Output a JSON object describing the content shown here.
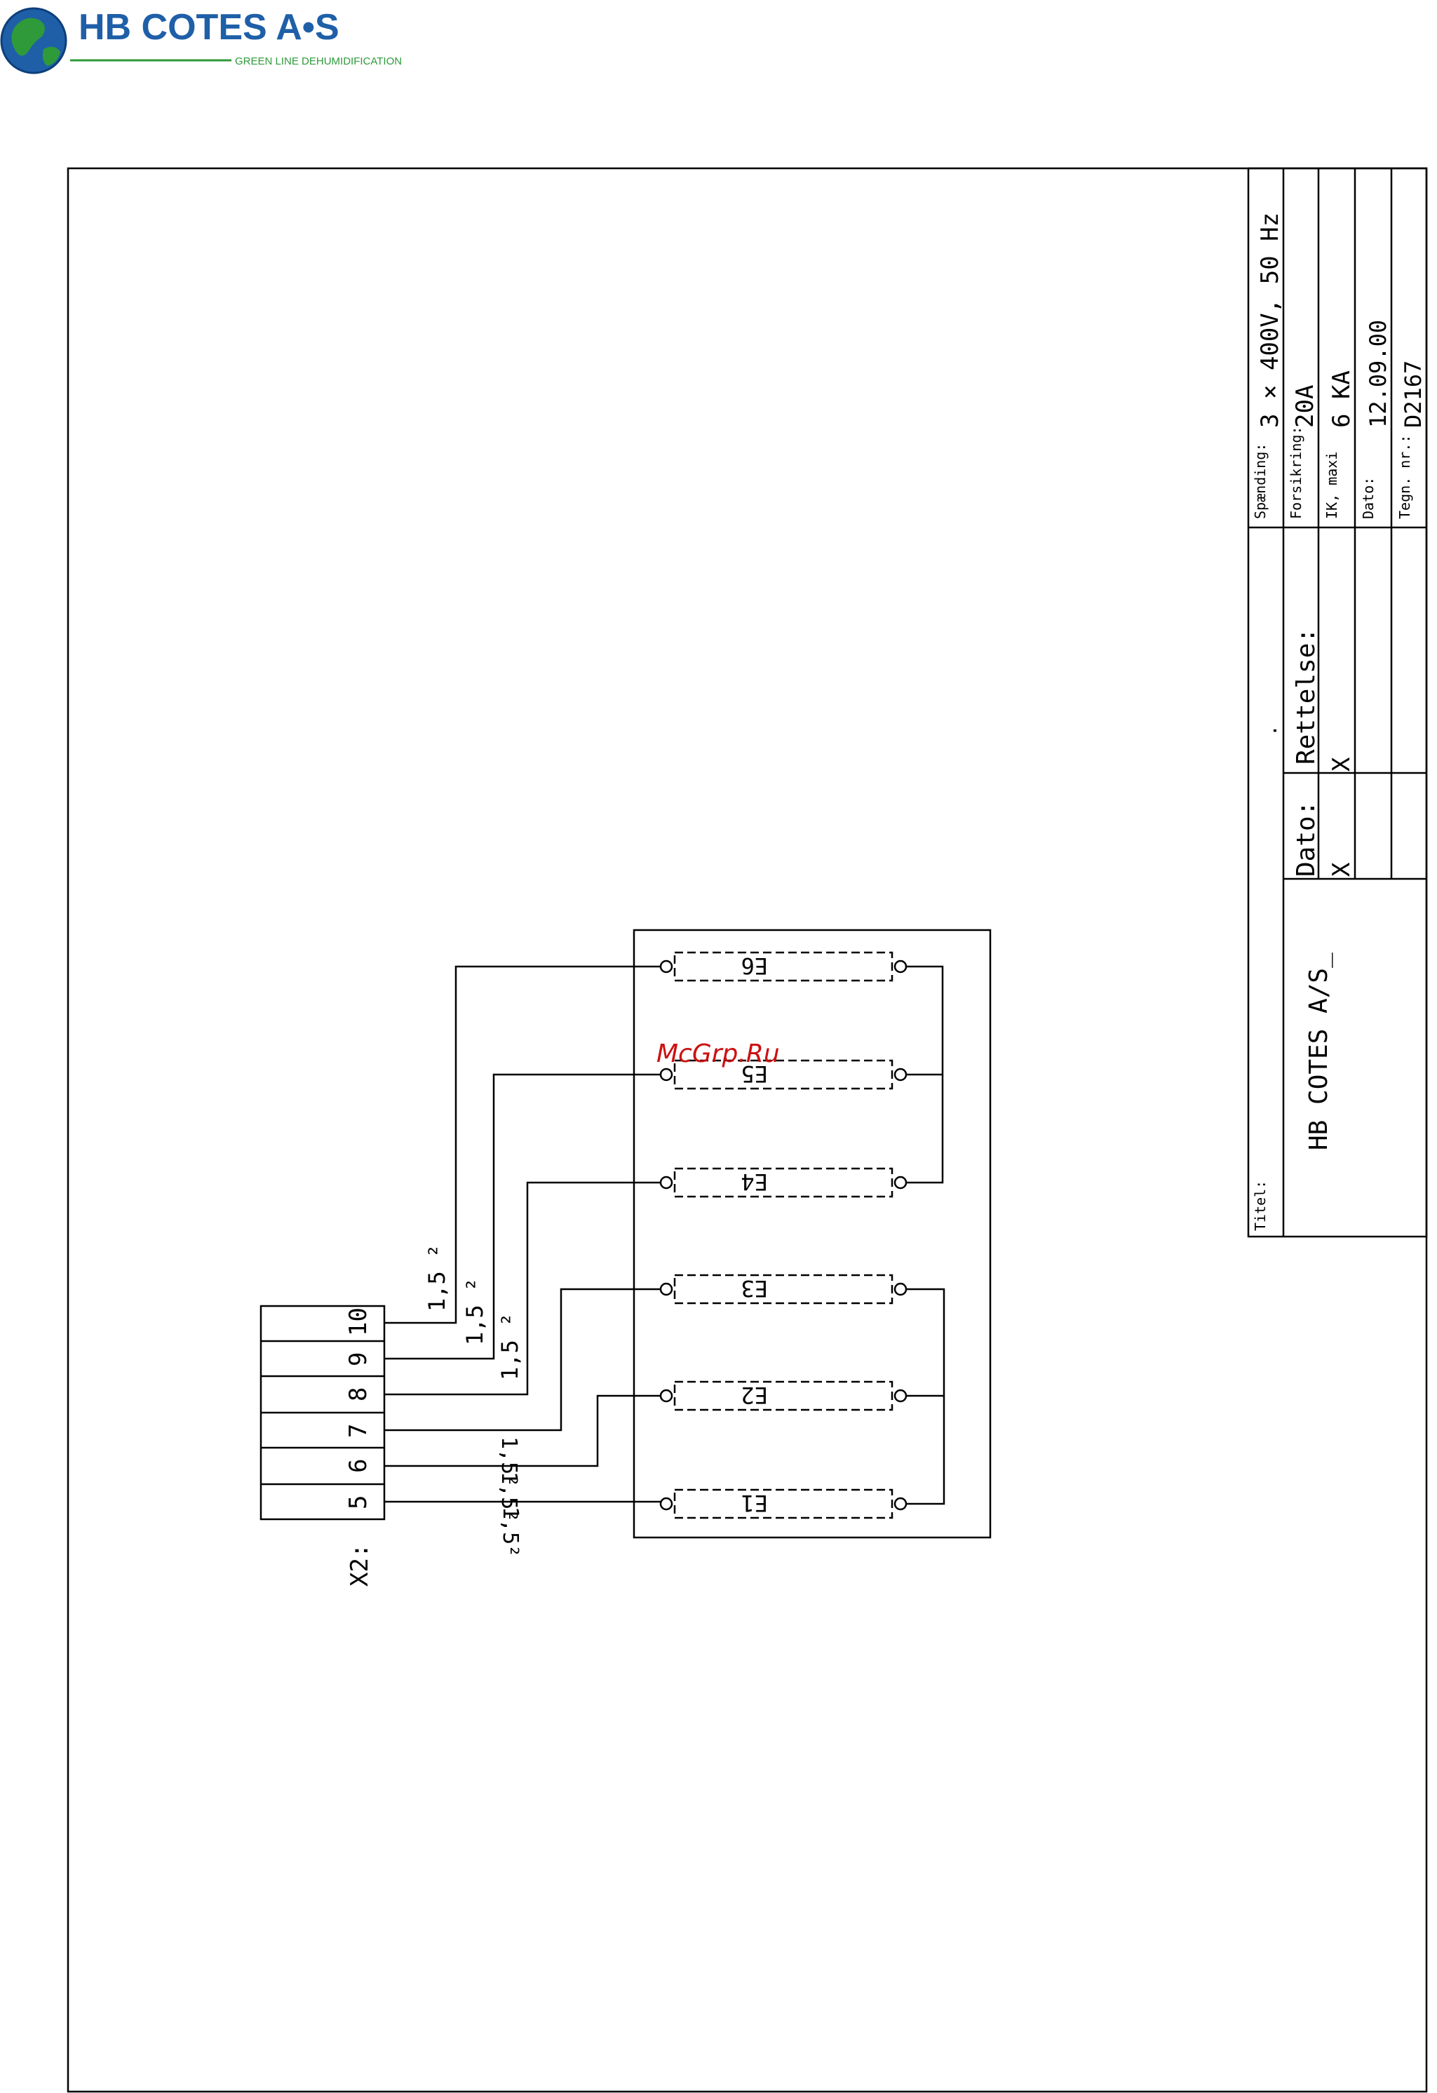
{
  "logo": {
    "brand": "HB COTES A•S",
    "tagline": "GREEN LINE DEHUMIDIFICATION"
  },
  "watermark": "McGrp.Ru",
  "terminal": {
    "label": "X2:",
    "terminals": [
      "10",
      "9",
      "8",
      "7",
      "6",
      "5"
    ]
  },
  "heaters": [
    "E6",
    "E5",
    "E4",
    "E3",
    "E2",
    "E1"
  ],
  "wire_labels": {
    "top": [
      "1,5 ²",
      "1,5 ²",
      "1,5 ²"
    ],
    "bottom": [
      "1,5²",
      "1,5²",
      "1,5²"
    ]
  },
  "title_block": {
    "titel_label": "Titel:",
    "company": "HB COTES A/S_",
    "dot": ".",
    "dato_label": "Dato:",
    "rettelse_label": "Rettelse:",
    "x_mark_1": "X",
    "x_mark_2": "X",
    "spaending_label": "Spænding:",
    "spaending_value": "3 × 400V, 50 Hz",
    "forsikring_label": "Forsikring:",
    "forsikring_value": "20A",
    "ik_label": "IK, maxi",
    "ik_value": "6 KA",
    "dato_label_2": "Dato:",
    "dato_value": "12.09.00",
    "tegn_label": "Tegn. nr.:",
    "tegn_value": "D2167"
  }
}
